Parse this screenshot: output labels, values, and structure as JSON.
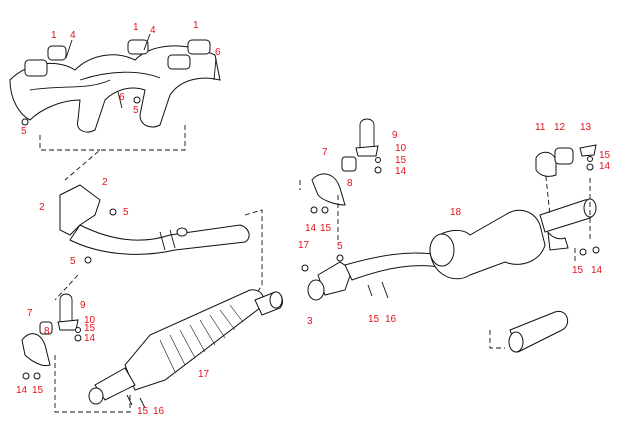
{
  "title": "Exhaust system parts diagram",
  "colors": {
    "callout": "#e8101a",
    "drawing": "#111111"
  },
  "callouts": {
    "a1": "1",
    "a2": "4",
    "a3": "1",
    "a4": "4",
    "a5": "1",
    "a6": "6",
    "a7": "6",
    "a8": "5",
    "a9": "5",
    "b1": "2",
    "b2": "2",
    "b3": "5",
    "b4": "5",
    "c1": "7",
    "c2": "9",
    "c3": "8",
    "c4": "10",
    "c5": "15",
    "c6": "14",
    "c7": "14",
    "c8": "15",
    "c9": "17",
    "c10": "15",
    "c11": "16",
    "d1": "9",
    "d2": "7",
    "d3": "10",
    "d4": "15",
    "d5": "14",
    "d6": "8",
    "d7": "14",
    "d8": "15",
    "d9": "17",
    "d10": "5",
    "d11": "3",
    "d12": "15",
    "d13": "16",
    "d14": "18",
    "e1": "11",
    "e2": "12",
    "e3": "13",
    "e4": "15",
    "e5": "14",
    "e6": "15",
    "e7": "14"
  }
}
